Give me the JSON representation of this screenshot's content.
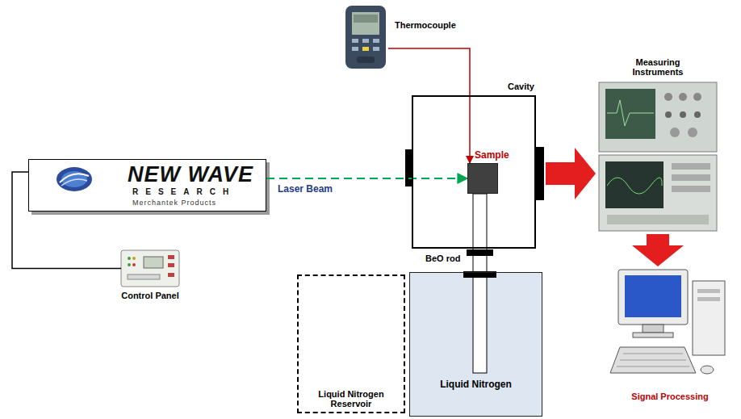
{
  "diagram": {
    "nodes": [
      {
        "text": [
          "NEW WAVE",
          "RESEARCH",
          "Merchantek Products"
        ]
      },
      {
        "text": [
          "Control Panel"
        ]
      },
      {
        "text": [
          "Thermocouple"
        ]
      },
      {
        "text": [
          "Cavity"
        ]
      },
      {
        "text": [
          "Sample"
        ],
        "in": 3
      },
      {
        "text": [
          "Liquid Nitrogen"
        ]
      },
      {
        "text": [
          "Liquid Nitrogen Reservoir"
        ]
      },
      {
        "text": [
          "Measuring Instruments"
        ]
      },
      {
        "text": [
          "Signal Processing"
        ]
      }
    ],
    "edges": [
      {
        "from": 1,
        "to": 0,
        "arrow": "none"
      },
      {
        "from": 0,
        "to": 4,
        "label": "Laser Beam",
        "arrow": "to"
      },
      {
        "from": 2,
        "to": 4,
        "arrow": "to"
      },
      {
        "from": 3,
        "to": 7,
        "arrow": "to"
      },
      {
        "from": 7,
        "to": 8,
        "arrow": "to"
      }
    ],
    "labels": [
      "BeO rod"
    ]
  }
}
